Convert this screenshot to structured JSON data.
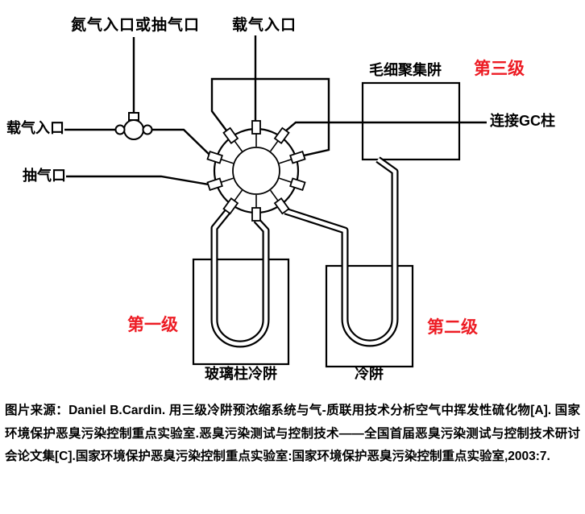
{
  "figure": {
    "labels": {
      "nitrogen_or_pump_inlet": "氮气入口或抽气口",
      "carrier_gas_inlet_top": "载气入口",
      "carrier_gas_inlet_left": "载气入口",
      "pump_outlet": "抽气口",
      "capillary_trap": "毛细聚集阱",
      "stage_three": "第三级",
      "connect_gc_column": "连接GC柱",
      "stage_one": "第一级",
      "stage_two": "第二级",
      "glass_column_cold_trap": "玻璃柱冷阱",
      "cold_trap": "冷阱"
    },
    "colors": {
      "stage_label_red": "#ed1c24",
      "diagram_line": "#000000",
      "background": "#ffffff"
    }
  },
  "caption": {
    "text": "图片来源：Daniel B.Cardin. 用三级冷阱预浓缩系统与气-质联用技术分析空气中挥发性硫化物[A]. 国家环境保护恶臭污染控制重点实验室.恶臭污染测试与控制技术——全国首届恶臭污染测试与控制技术研讨会论文集[C].国家环境保护恶臭污染控制重点实验室:国家环境保护恶臭污染控制重点实验室,2003:7."
  }
}
